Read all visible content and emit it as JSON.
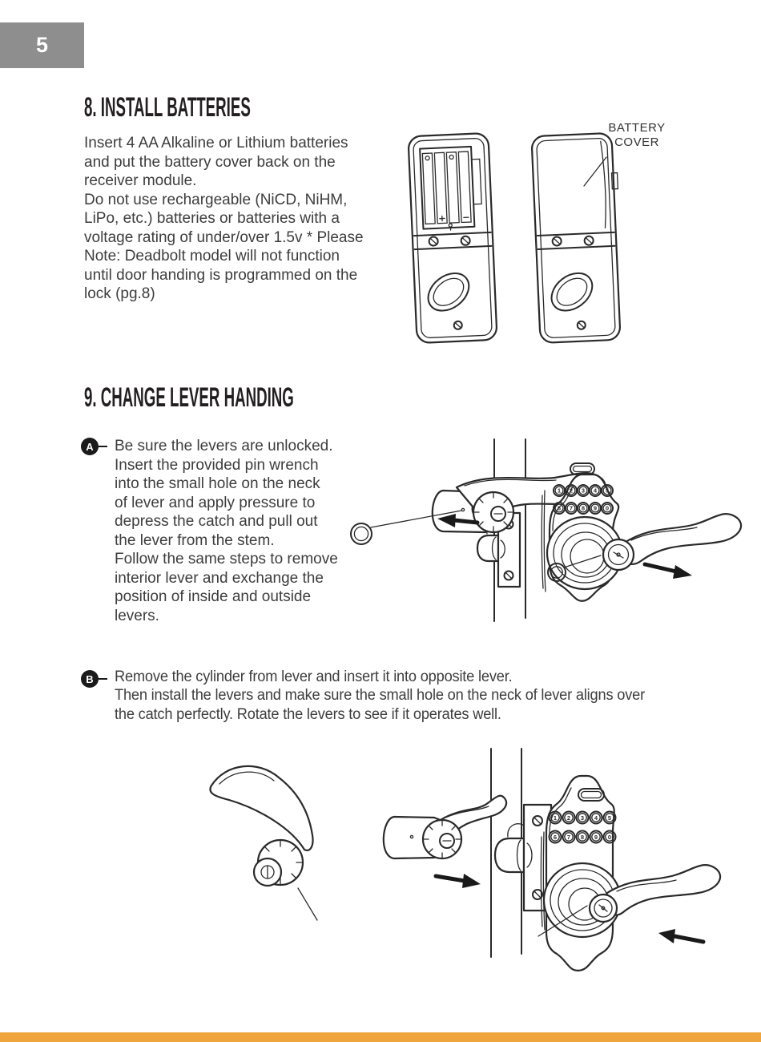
{
  "page": {
    "number": "5"
  },
  "colors": {
    "accent_bar": "#F0A43C",
    "page_number_bg": "#8E8E8E",
    "heading_text": "#231F20",
    "body_text": "#3D3D3D",
    "line_art": "#2A2A2A"
  },
  "section_8": {
    "heading": "8. INSTALL BATTERIES",
    "body": "Insert 4 AA Alkaline or Lithium batteries\nand put the battery cover back on the\nreceiver module.\nDo not use rechargeable (NiCD, NiHM,\nLiPo, etc.) batteries or batteries with a\nvoltage rating of under/over 1.5v * Please\nNote: Deadbolt model will not function\nuntil door handing is programmed on the\nlock (pg.8)"
  },
  "figure_battery": {
    "label": "BATTERY\nCOVER"
  },
  "section_9": {
    "heading": "9. CHANGE LEVER HANDING",
    "step_a": {
      "badge": "A",
      "text": "Be sure the levers are unlocked.\nInsert the provided pin wrench\ninto the small hole on the neck\nof lever and apply pressure to\ndepress the catch and pull out\nthe lever from the stem.\nFollow the same steps to remove\ninterior lever and exchange the\nposition of inside and outside\nlevers."
    },
    "step_b": {
      "badge": "B",
      "text": "Remove the cylinder from lever and insert it into opposite lever.\nThen install the levers and make sure the small hole on the neck of lever aligns over\nthe catch perfectly. Rotate the levers to see if it operates well."
    }
  },
  "figure_keypad": {
    "digits": [
      "1",
      "2",
      "3",
      "4",
      "5",
      "6",
      "7",
      "8",
      "9",
      "0"
    ]
  }
}
